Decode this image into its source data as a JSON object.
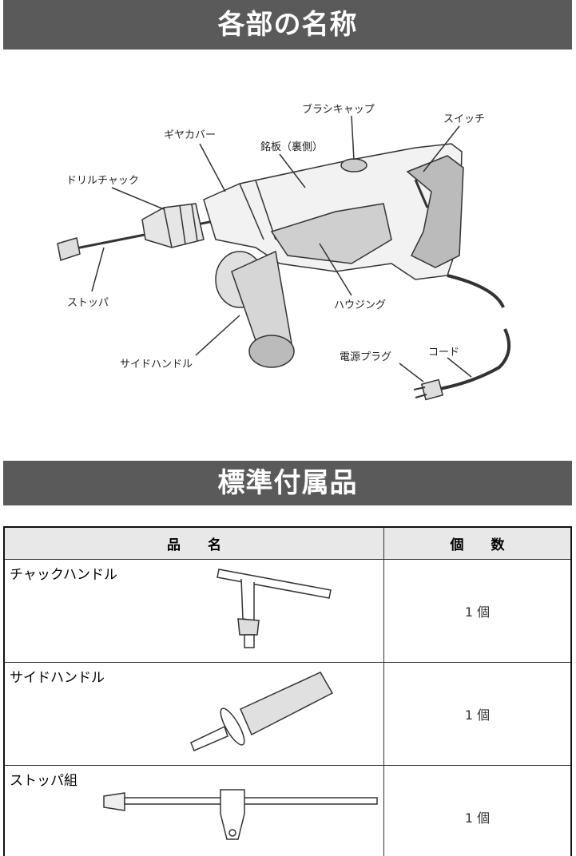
{
  "sections": {
    "parts_title": "各部の名称",
    "accessories_title": "標準付属品"
  },
  "parts_labels": {
    "brush_cap": "ブラシキャップ",
    "gear_cover": "ギヤカバー",
    "switch": "スイッチ",
    "nameplate": "銘板（裏側）",
    "drill_chuck": "ドリルチャック",
    "stopper": "ストッパ",
    "housing": "ハウジング",
    "side_handle": "サイドハンドル",
    "power_plug": "電源プラグ",
    "cord": "コード"
  },
  "table": {
    "headers": [
      "品　　名",
      "個　　数"
    ],
    "rows": [
      {
        "name": "チャックハンドル",
        "qty": "1 個"
      },
      {
        "name": "サイドハンドル",
        "qty": "1 個"
      },
      {
        "name": "ストッパ組",
        "qty": "1 個"
      }
    ]
  },
  "colors": {
    "banner": "#5a5a5a",
    "table_header": "#e8e8e8"
  }
}
